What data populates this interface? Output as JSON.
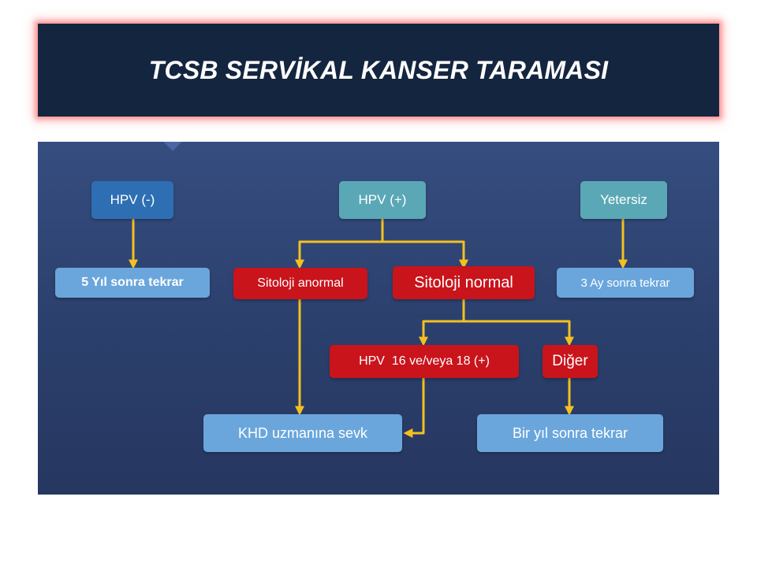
{
  "title": "TCSB SERVİKAL KANSER TARAMASI",
  "colors": {
    "title_bg": "#14253f",
    "diagram_bg": "#2f4473",
    "arrow": "#f4c020",
    "hpv_negative": "#2e6fb3",
    "hpv_positive": "#5aa8b5",
    "result_box": "#6aa6dc",
    "cytology_box": "#c9141c"
  },
  "nodes": {
    "hpv_negative": "HPV (-)",
    "hpv_positive": "HPV (+)",
    "insufficient": "Yetersiz",
    "five_year_retest": "5 Yıl sonra tekrar",
    "cytology_abnormal": "Sitoloji anormal",
    "cytology_normal": "Sitoloji normal",
    "three_month_retest": "3 Ay sonra tekrar",
    "hpv_16_18_positive": "HPV  16 ve/veya 18 (+)",
    "other": "Diğer",
    "specialist_referral": "KHD uzmanına sevk",
    "one_year_retest": "Bir yıl sonra tekrar"
  },
  "edges": [
    {
      "from": "hpv_negative",
      "to": "five_year_retest"
    },
    {
      "from": "hpv_positive",
      "to": "cytology_abnormal"
    },
    {
      "from": "hpv_positive",
      "to": "cytology_normal"
    },
    {
      "from": "insufficient",
      "to": "three_month_retest"
    },
    {
      "from": "cytology_normal",
      "to": "hpv_16_18_positive"
    },
    {
      "from": "cytology_normal",
      "to": "other"
    },
    {
      "from": "cytology_abnormal",
      "to": "specialist_referral"
    },
    {
      "from": "hpv_16_18_positive",
      "to": "specialist_referral"
    },
    {
      "from": "other",
      "to": "one_year_retest"
    }
  ]
}
